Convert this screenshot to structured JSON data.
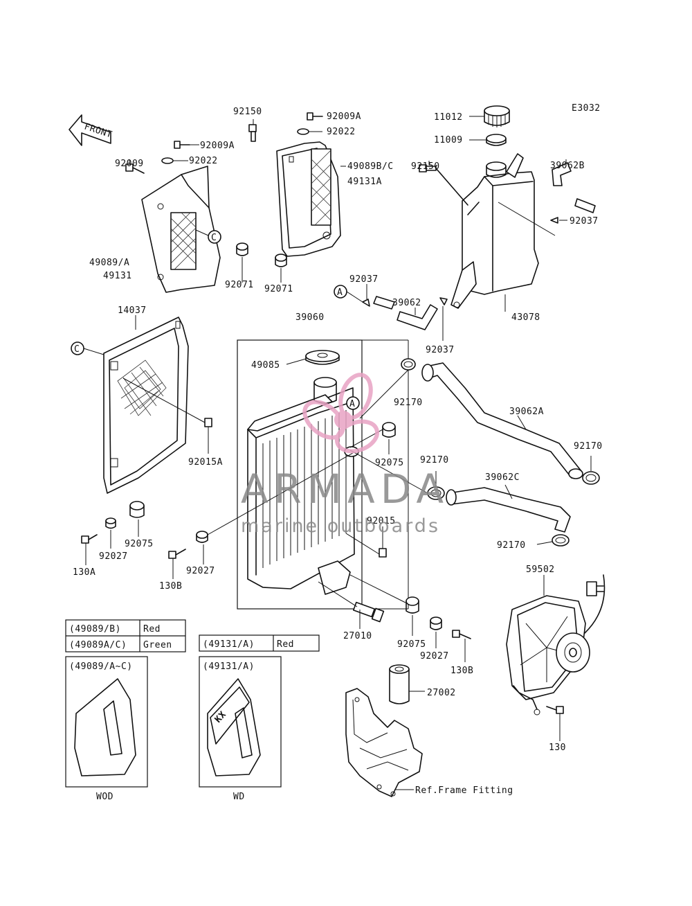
{
  "diagram_code": "E3032",
  "front_arrow_label": "FRONT",
  "watermark": {
    "name": "ARMADA",
    "tagline": "marine outboards",
    "accent_color": "#e8a3c4",
    "text_color": "#8a8a8a"
  },
  "labels": {
    "p92150a": "92150",
    "p92009a_1": "92009A",
    "p92022_1": "92022",
    "p92009a_2": "92009A",
    "p92022_2": "92022",
    "p92009": "92009",
    "p49089bc": "49089B/C",
    "p49131a": "49131A",
    "p11012": "11012",
    "p11009": "11009",
    "p92150b": "92150",
    "p39062b": "39062B",
    "p92037a": "92037",
    "p49089a": "49089/A",
    "p49131": "49131",
    "p92071a": "92071",
    "p92071b": "92071",
    "p92037b": "92037",
    "p39062": "39062",
    "p92037c": "92037",
    "p43078": "43078",
    "p14037": "14037",
    "p39060": "39060",
    "p49085": "49085",
    "p92170a": "92170",
    "p39062a": "39062A",
    "p92170b": "92170",
    "p92015a": "92015A",
    "p92075a": "92075",
    "p92170c": "92170",
    "p39062c": "39062C",
    "p92075b": "92075",
    "p92027a": "92027",
    "p130a": "130A",
    "p92015": "92015",
    "p92170d": "92170",
    "p59502": "59502",
    "p92027b": "92027",
    "p130b_1": "130B",
    "p27010": "27010",
    "p92075c": "92075",
    "p92027c": "92027",
    "p130b_2": "130B",
    "p27002": "27002",
    "p130": "130",
    "ref_frame": "Ref.Frame Fitting",
    "callout_a": "A",
    "callout_c": "C"
  },
  "color_table_1": {
    "rows": [
      {
        "part": "(49089/B)",
        "color": "Red"
      },
      {
        "part": "(49089A/C)",
        "color": "Green"
      }
    ]
  },
  "color_table_2": {
    "rows": [
      {
        "part": "(49131/A)",
        "color": "Red"
      }
    ]
  },
  "inset_1": {
    "header": "(49089/A~C)",
    "caption": "WOD"
  },
  "inset_2": {
    "header": "(49131/A)",
    "caption": "WD",
    "graphic_text": "KX"
  }
}
